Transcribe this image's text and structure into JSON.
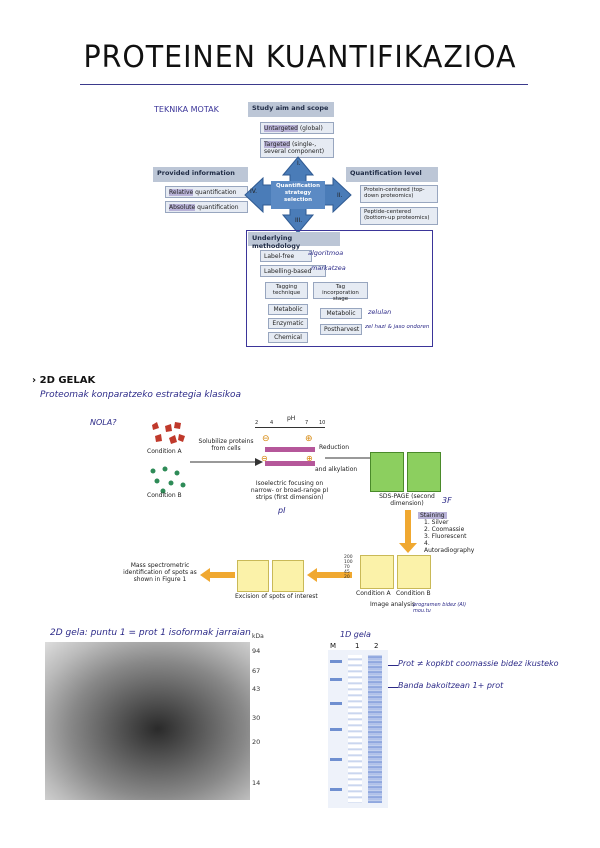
{
  "title": "PROTEINEN KUANTIFIKAZIOA",
  "fig1": {
    "note": "TEKNIKA MOTAK",
    "study": {
      "header": "Study aim and scope",
      "untargeted_hl": "Untargeted",
      "untargeted_rest": " (global)",
      "targeted_hl": "Targeted",
      "targeted_rest": " (single-, several component)"
    },
    "provided": {
      "header": "Provided information",
      "relative_hl": "Relative",
      "relative_rest": " quantification",
      "absolute_hl": "Absolute",
      "absolute_rest": " quantification"
    },
    "quant": {
      "header": "Quantification level",
      "protein": "Protein-centered (top-down proteomics)",
      "peptide": "Peptide-centered (bottom-up proteomics)"
    },
    "center": "Quantification strategy selection",
    "roman": [
      "I.",
      "II.",
      "III.",
      "IV."
    ],
    "method": {
      "header": "Underlying methodology",
      "labelfree": "Label-free",
      "labelfree_note": "algoritmoa",
      "labelling": "Labelling-based",
      "labelling_note": "markatzea",
      "tagging": "Tagging technique",
      "tag_incorp": "Tag incorporation stage",
      "metabolic": "Metabolic",
      "enzymatic": "Enzymatic",
      "chemical": "Chemical",
      "metabolic2": "Metabolic",
      "posthanvest": "Postharvest",
      "note_zel": "zelulan",
      "note_post": "zel hazi & jaso ondoren"
    }
  },
  "section2": {
    "bullet": "2D GELAK",
    "subtitle": "Proteomak konparatzeko estrategia klasikoa",
    "nola": "NOLA?"
  },
  "fig2": {
    "condA": "Condition A",
    "condB": "Condition B",
    "solubilize": "Solubilize proteins from cells",
    "ph": "pH",
    "ph_ticks": [
      "2",
      "4",
      "7",
      "10"
    ],
    "minus": "⊖",
    "plus": "⊕",
    "reduction": "Reduction",
    "alkylation": "and alkylation",
    "ief": "Isoelectric focusing on narrow- or broad-range pI strips (first dimension)",
    "pi": "pI",
    "sds": "SDS-PAGE (second dimension)",
    "sds_note": "3F",
    "staining_hl": "Staining",
    "staining": [
      "1. Silver",
      "2. Coomassie",
      "3. Fluorescent",
      "4. Autoradiography"
    ],
    "mass": "Mass spectrometric identification of spots as shown in Figure 1",
    "excision": "Excision of spots of interest",
    "mw": [
      "200",
      "100",
      "70",
      "45",
      "20"
    ],
    "condA2": "Condition A",
    "condB2": "Condition B",
    "imganalysis": "Image analysis",
    "imganalysis_note": "programen bidez (AI) mou.tu"
  },
  "gel2d": {
    "caption": "2D gela: puntu 1 = prot 1 isoformak jarraian",
    "kda": "kDa",
    "markers": [
      "94",
      "67",
      "43",
      "30",
      "20",
      "14"
    ]
  },
  "gel1d": {
    "caption": "1D gela",
    "lanes": [
      "M",
      "1",
      "2"
    ],
    "note1": "Prot ≠ kopkbt coomassie bidez ikusteko",
    "note2": "Banda bakoitzean 1+ prot"
  }
}
